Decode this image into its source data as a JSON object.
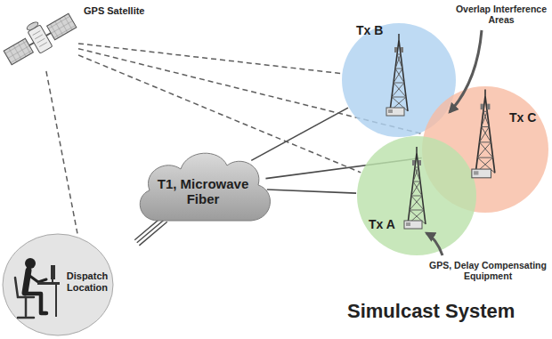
{
  "diagram": {
    "title": "Simulcast System",
    "nodes": [
      {
        "text": [
          "GPS Satellite"
        ]
      },
      {
        "text": [
          "Tx B"
        ]
      },
      {
        "text": [
          "Tx C"
        ]
      },
      {
        "text": [
          "T1, Microwave Fiber"
        ]
      },
      {
        "text": [
          "Tx A"
        ]
      },
      {
        "text": [
          "Dispatch Location"
        ]
      }
    ],
    "edges": [
      {
        "from": 5,
        "to": 3,
        "arrow": "none"
      },
      {
        "from": 3,
        "to": 1,
        "arrow": "none"
      },
      {
        "from": 3,
        "to": 2,
        "arrow": "none"
      },
      {
        "from": 3,
        "to": 4,
        "arrow": "none"
      },
      {
        "from": 0,
        "to": 1,
        "arrow": "none"
      },
      {
        "from": 0,
        "to": 2,
        "arrow": "none"
      },
      {
        "from": 0,
        "to": 4,
        "arrow": "none"
      },
      {
        "from": 0,
        "to": 5,
        "arrow": "none"
      }
    ],
    "labels": [
      "Overlap Interference Areas",
      "GPS, Delay Compensating Equipment"
    ]
  }
}
